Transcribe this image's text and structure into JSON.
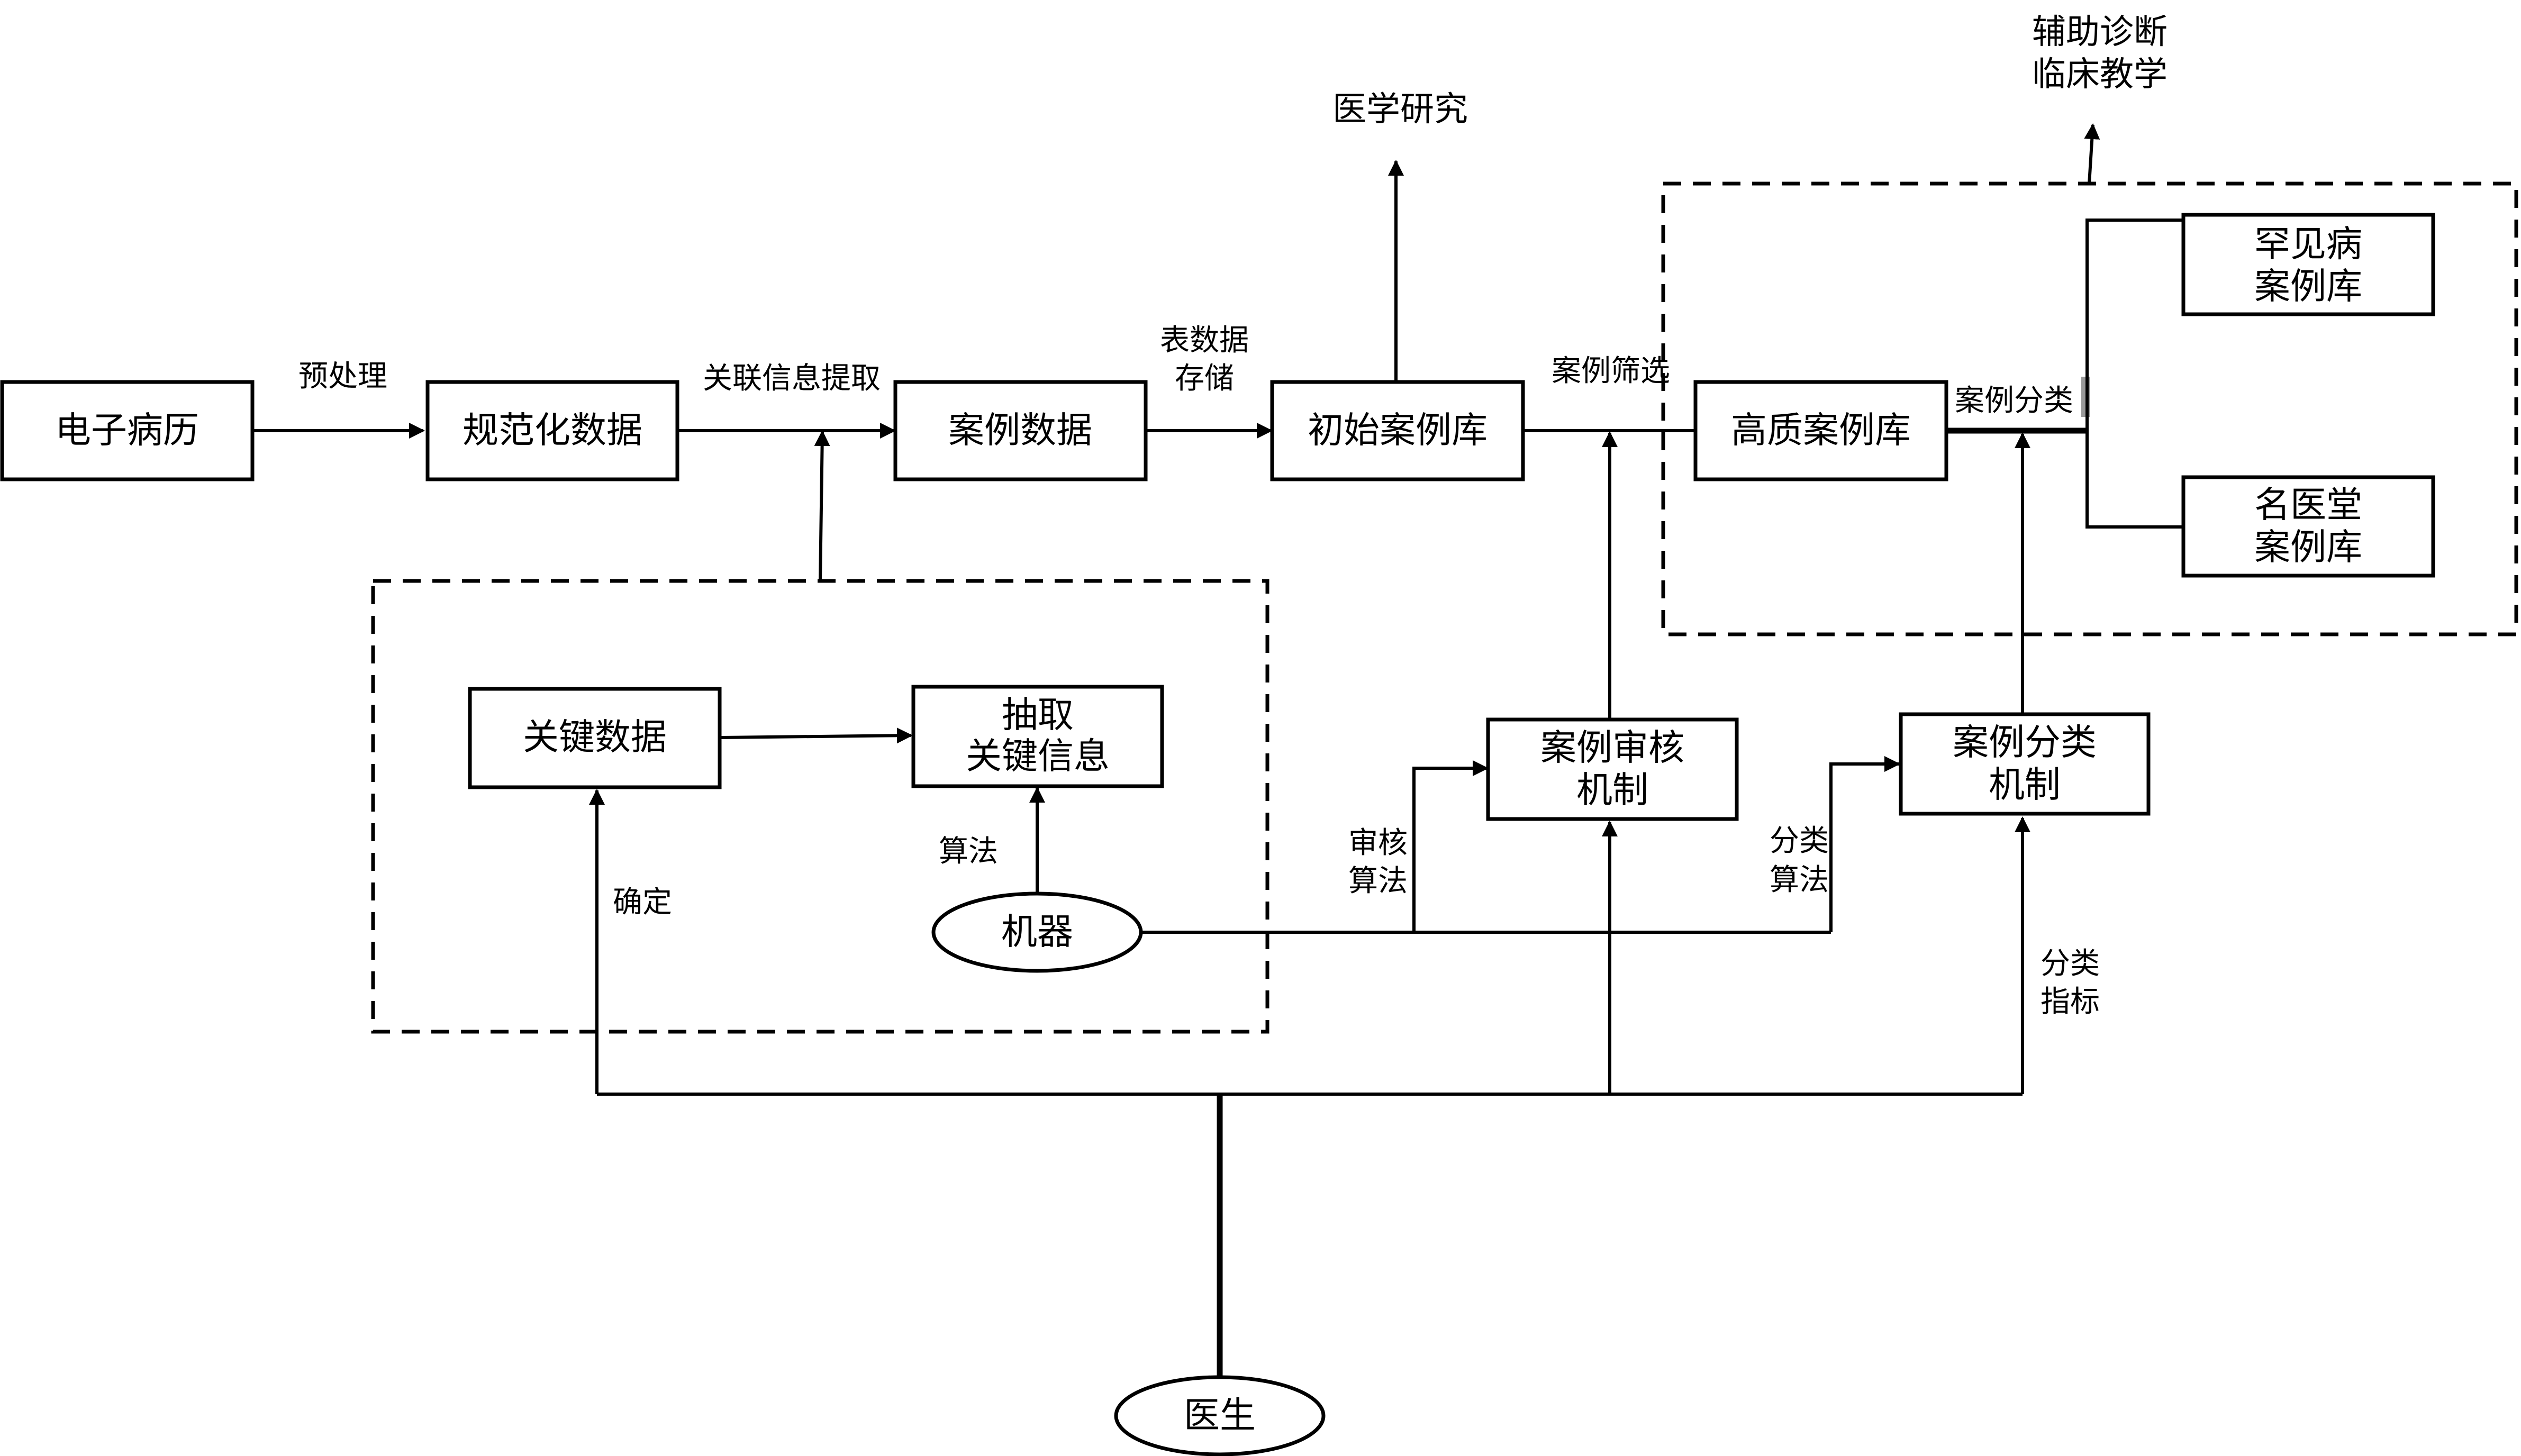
{
  "boxes": {
    "emr": "电子病历",
    "normalized": "规范化数据",
    "case_data": "案例数据",
    "initial_library": "初始案例库",
    "high_quality_library": "高质案例库",
    "rare_disease_library": [
      "罕见病",
      "案例库"
    ],
    "famous_doctor_library": [
      "名医堂",
      "案例库"
    ],
    "key_data": "关键数据",
    "extract_key_info": [
      "抽取",
      "关键信息"
    ],
    "case_review": [
      "案例审核",
      "机制"
    ],
    "case_classification": [
      "案例分类",
      "机制"
    ]
  },
  "ellipses": {
    "machine": "机器",
    "doctor": "医生"
  },
  "labels": {
    "preprocess": "预处理",
    "relation_extraction": "关联信息提取",
    "table_storage": [
      "表数据",
      "存储"
    ],
    "case_screening": "案例筛选",
    "case_classify": "案例分类",
    "medical_research": "医学研究",
    "outputs": [
      "辅助诊断",
      "临床教学"
    ],
    "algorithm": "算法",
    "confirm": "确定",
    "review_algorithm": [
      "审核",
      "算法"
    ],
    "classify_algorithm": [
      "分类",
      "算法"
    ],
    "classify_index": [
      "分类",
      "指标"
    ]
  }
}
